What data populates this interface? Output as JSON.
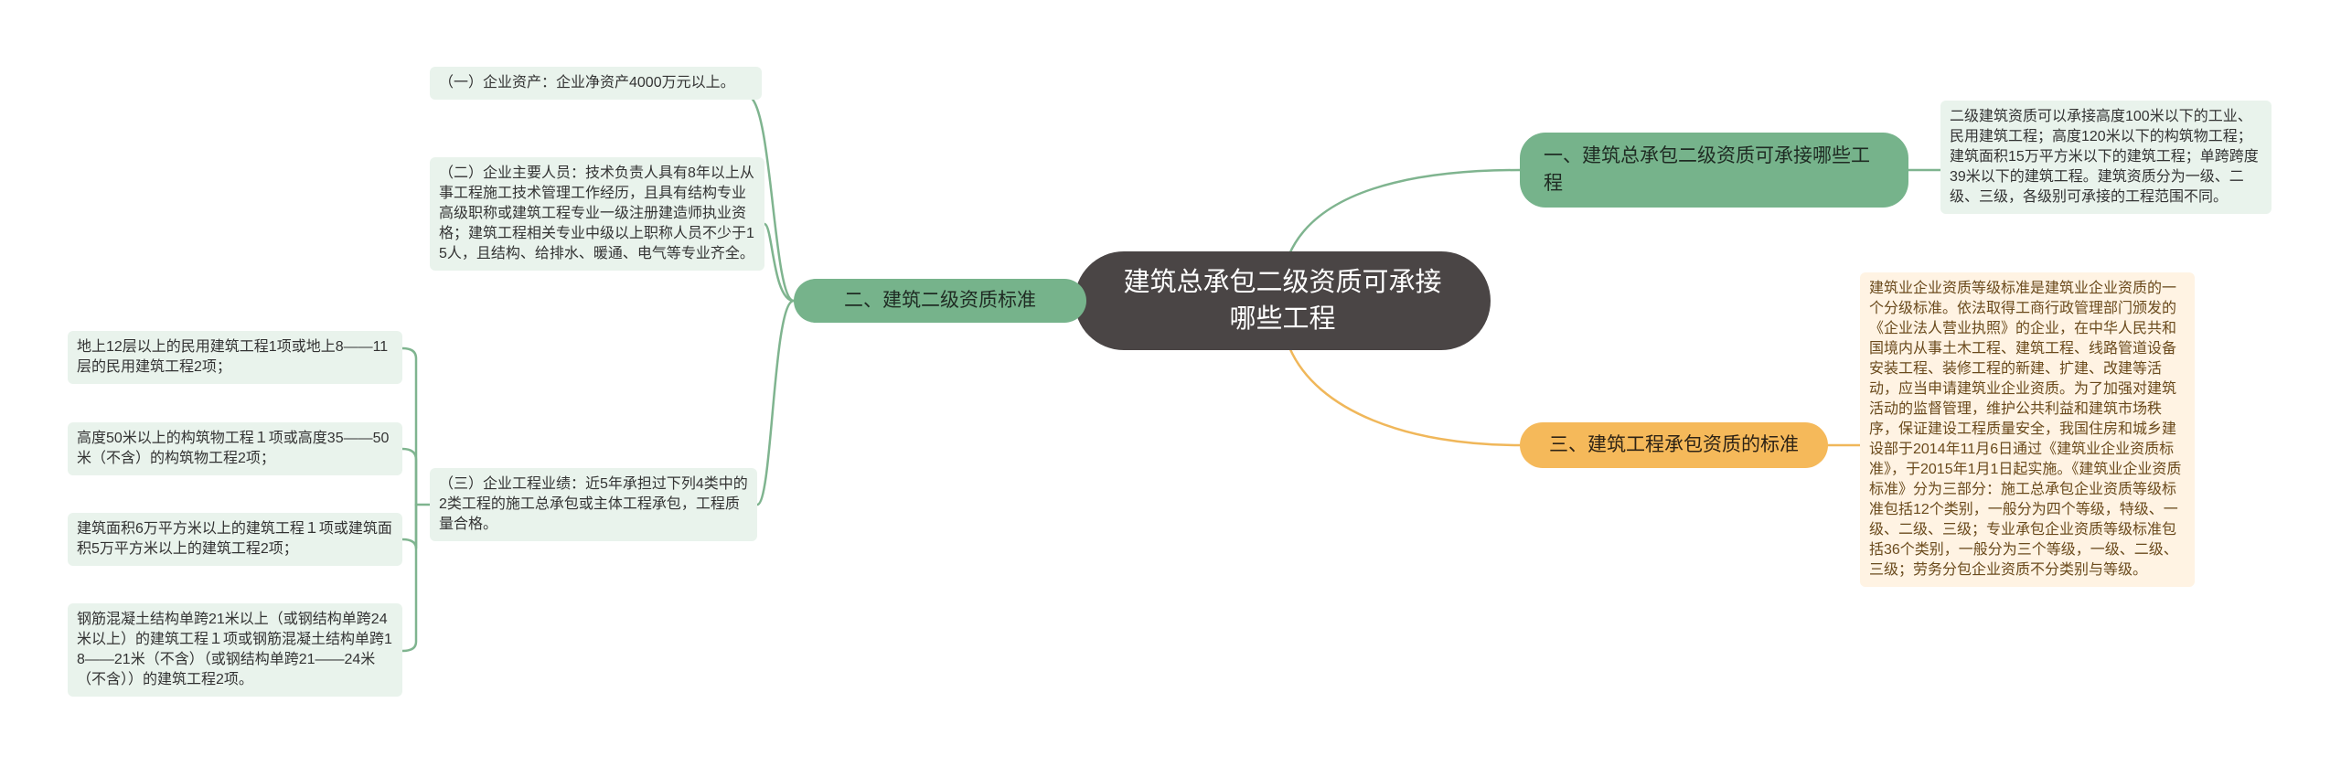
{
  "colors": {
    "center_bg": "#4a4545",
    "green_branch": "#76b38b",
    "green_leaf": "#e9f3ec",
    "green_line": "#7fb48f",
    "orange_branch": "#f5b95a",
    "orange_leaf": "#fff3e3",
    "orange_line": "#f0b75a"
  },
  "center": {
    "title": "建筑总承包二级资质可承接哪些工程"
  },
  "branches": [
    {
      "label": "一、建筑总承包二级资质可承接哪些工程",
      "leaves": [
        "二级建筑资质可以承接高度100米以下的工业、民用建筑工程；高度120米以下的构筑物工程；建筑面积15万平方米以下的建筑工程；单跨跨度39米以下的建筑工程。建筑资质分为一级、二级、三级，各级别可承接的工程范围不同。"
      ]
    },
    {
      "label": "二、建筑二级资质标准",
      "leaves": [
        "（一）企业资产：企业净资产4000万元以上。",
        "（二）企业主要人员：技术负责人具有8年以上从事工程施工技术管理工作经历，且具有结构专业高级职称或建筑工程专业一级注册建造师执业资格；建筑工程相关专业中级以上职称人员不少于15人，且结构、给排水、暖通、电气等专业齐全。",
        "（三）企业工程业绩：近5年承担过下列4类中的2类工程的施工总承包或主体工程承包，工程质量合格。"
      ],
      "sub_leaves": [
        "地上12层以上的民用建筑工程1项或地上8——11层的民用建筑工程2项；",
        "高度50米以上的构筑物工程１项或高度35——50米（不含）的构筑物工程2项；",
        "建筑面积6万平方米以上的建筑工程１项或建筑面积5万平方米以上的建筑工程2项；",
        "钢筋混凝土结构单跨21米以上（或钢结构单跨24米以上）的建筑工程１项或钢筋混凝土结构单跨18——21米（不含）（或钢结构单跨21——24米（不含））的建筑工程2项。"
      ]
    },
    {
      "label": "三、建筑工程承包资质的标准",
      "leaves": [
        "建筑业企业资质等级标准是建筑业企业资质的一个分级标准。依法取得工商行政管理部门颁发的《企业法人营业执照》的企业，在中华人民共和国境内从事土木工程、建筑工程、线路管道设备安装工程、装修工程的新建、扩建、改建等活动，应当申请建筑业企业资质。为了加强对建筑活动的监督管理，维护公共利益和建筑市场秩序，保证建设工程质量安全，我国住房和城乡建设部于2014年11月6日通过《建筑业企业资质标准》，于2015年1月1日起实施。《建筑业企业资质标准》分为三部分：施工总承包企业资质等级标准包括12个类别，一般分为四个等级，特级、一级、二级、三级；专业承包企业资质等级标准包括36个类别，一般分为三个等级，一级、二级、三级；劳务分包企业资质不分类别与等级。"
      ]
    }
  ]
}
